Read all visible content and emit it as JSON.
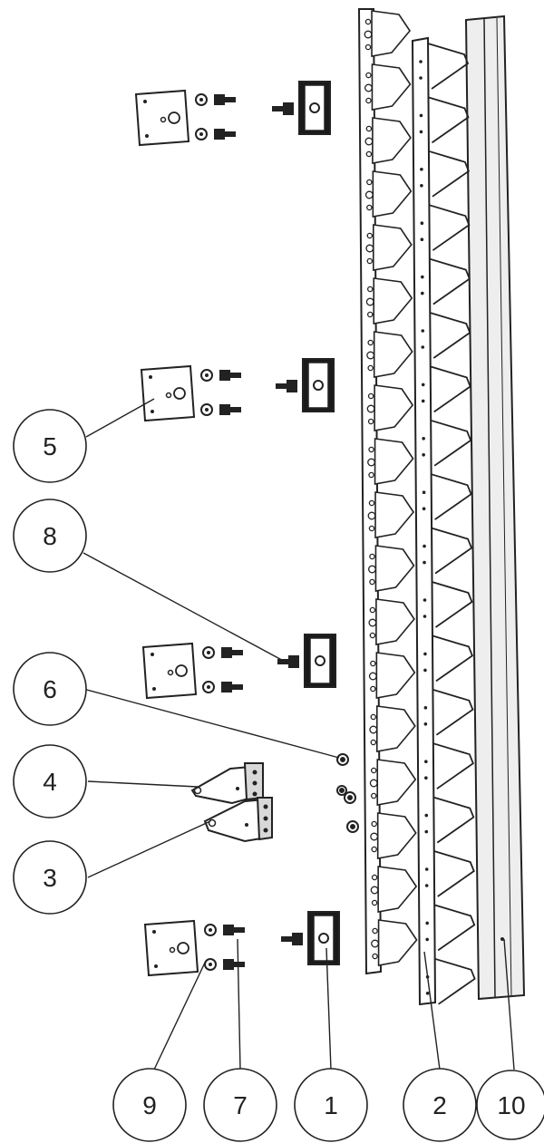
{
  "diagram": {
    "callouts": [
      {
        "id": "c1",
        "label": "1"
      },
      {
        "id": "c2",
        "label": "2"
      },
      {
        "id": "c3",
        "label": "3"
      },
      {
        "id": "c4",
        "label": "4"
      },
      {
        "id": "c5",
        "label": "5"
      },
      {
        "id": "c6",
        "label": "6"
      },
      {
        "id": "c7",
        "label": "7"
      },
      {
        "id": "c8",
        "label": "8"
      },
      {
        "id": "c9",
        "label": "9"
      },
      {
        "id": "c10",
        "label": "10"
      }
    ],
    "colors": {
      "line": "#222222",
      "part_fill": "#ffffff",
      "block_fill": "#1a1a1a",
      "shade": "#d8d8d8",
      "channel_fill": "#eeeeee"
    }
  }
}
